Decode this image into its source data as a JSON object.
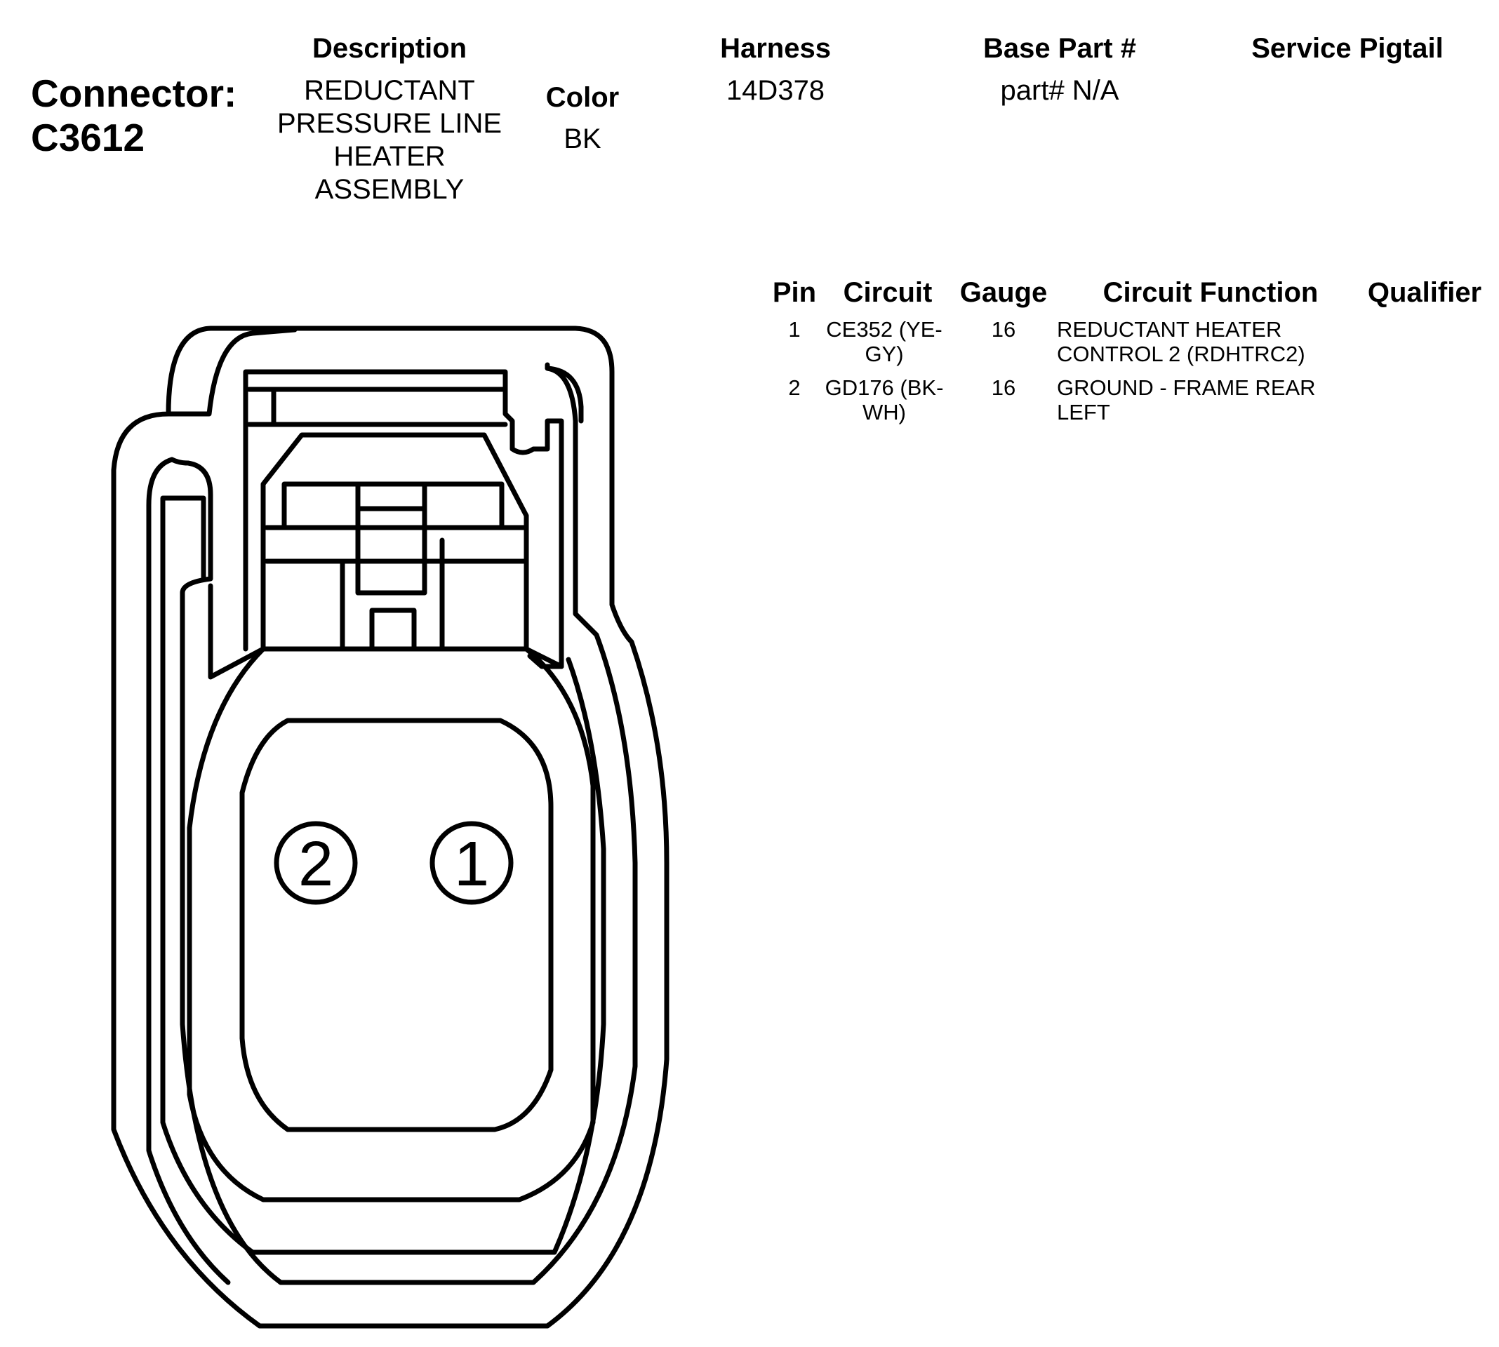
{
  "connector": {
    "label": "Connector:",
    "id": "C3612"
  },
  "header": {
    "description_label": "Description",
    "description_value": "REDUCTANT PRESSURE LINE HEATER ASSEMBLY",
    "color_label": "Color",
    "color_value": "BK",
    "harness_label": "Harness",
    "harness_value": "14D378",
    "base_part_label": "Base Part #",
    "base_part_value": "part# N/A",
    "service_pigtail_label": "Service Pigtail",
    "service_pigtail_value": ""
  },
  "pin_table": {
    "columns": {
      "pin": "Pin",
      "circuit": "Circuit",
      "gauge": "Gauge",
      "function": "Circuit Function",
      "qualifier": "Qualifier"
    },
    "rows": [
      {
        "pin": "1",
        "circuit": "CE352 (YE-GY)",
        "gauge": "16",
        "function": "REDUCTANT HEATER CONTROL 2 (RDHTRC2)",
        "qualifier": ""
      },
      {
        "pin": "2",
        "circuit": "GD176 (BK-WH)",
        "gauge": "16",
        "function": "GROUND - FRAME REAR LEFT",
        "qualifier": ""
      }
    ]
  },
  "diagram": {
    "cavity_labels": [
      "2",
      "1"
    ]
  }
}
